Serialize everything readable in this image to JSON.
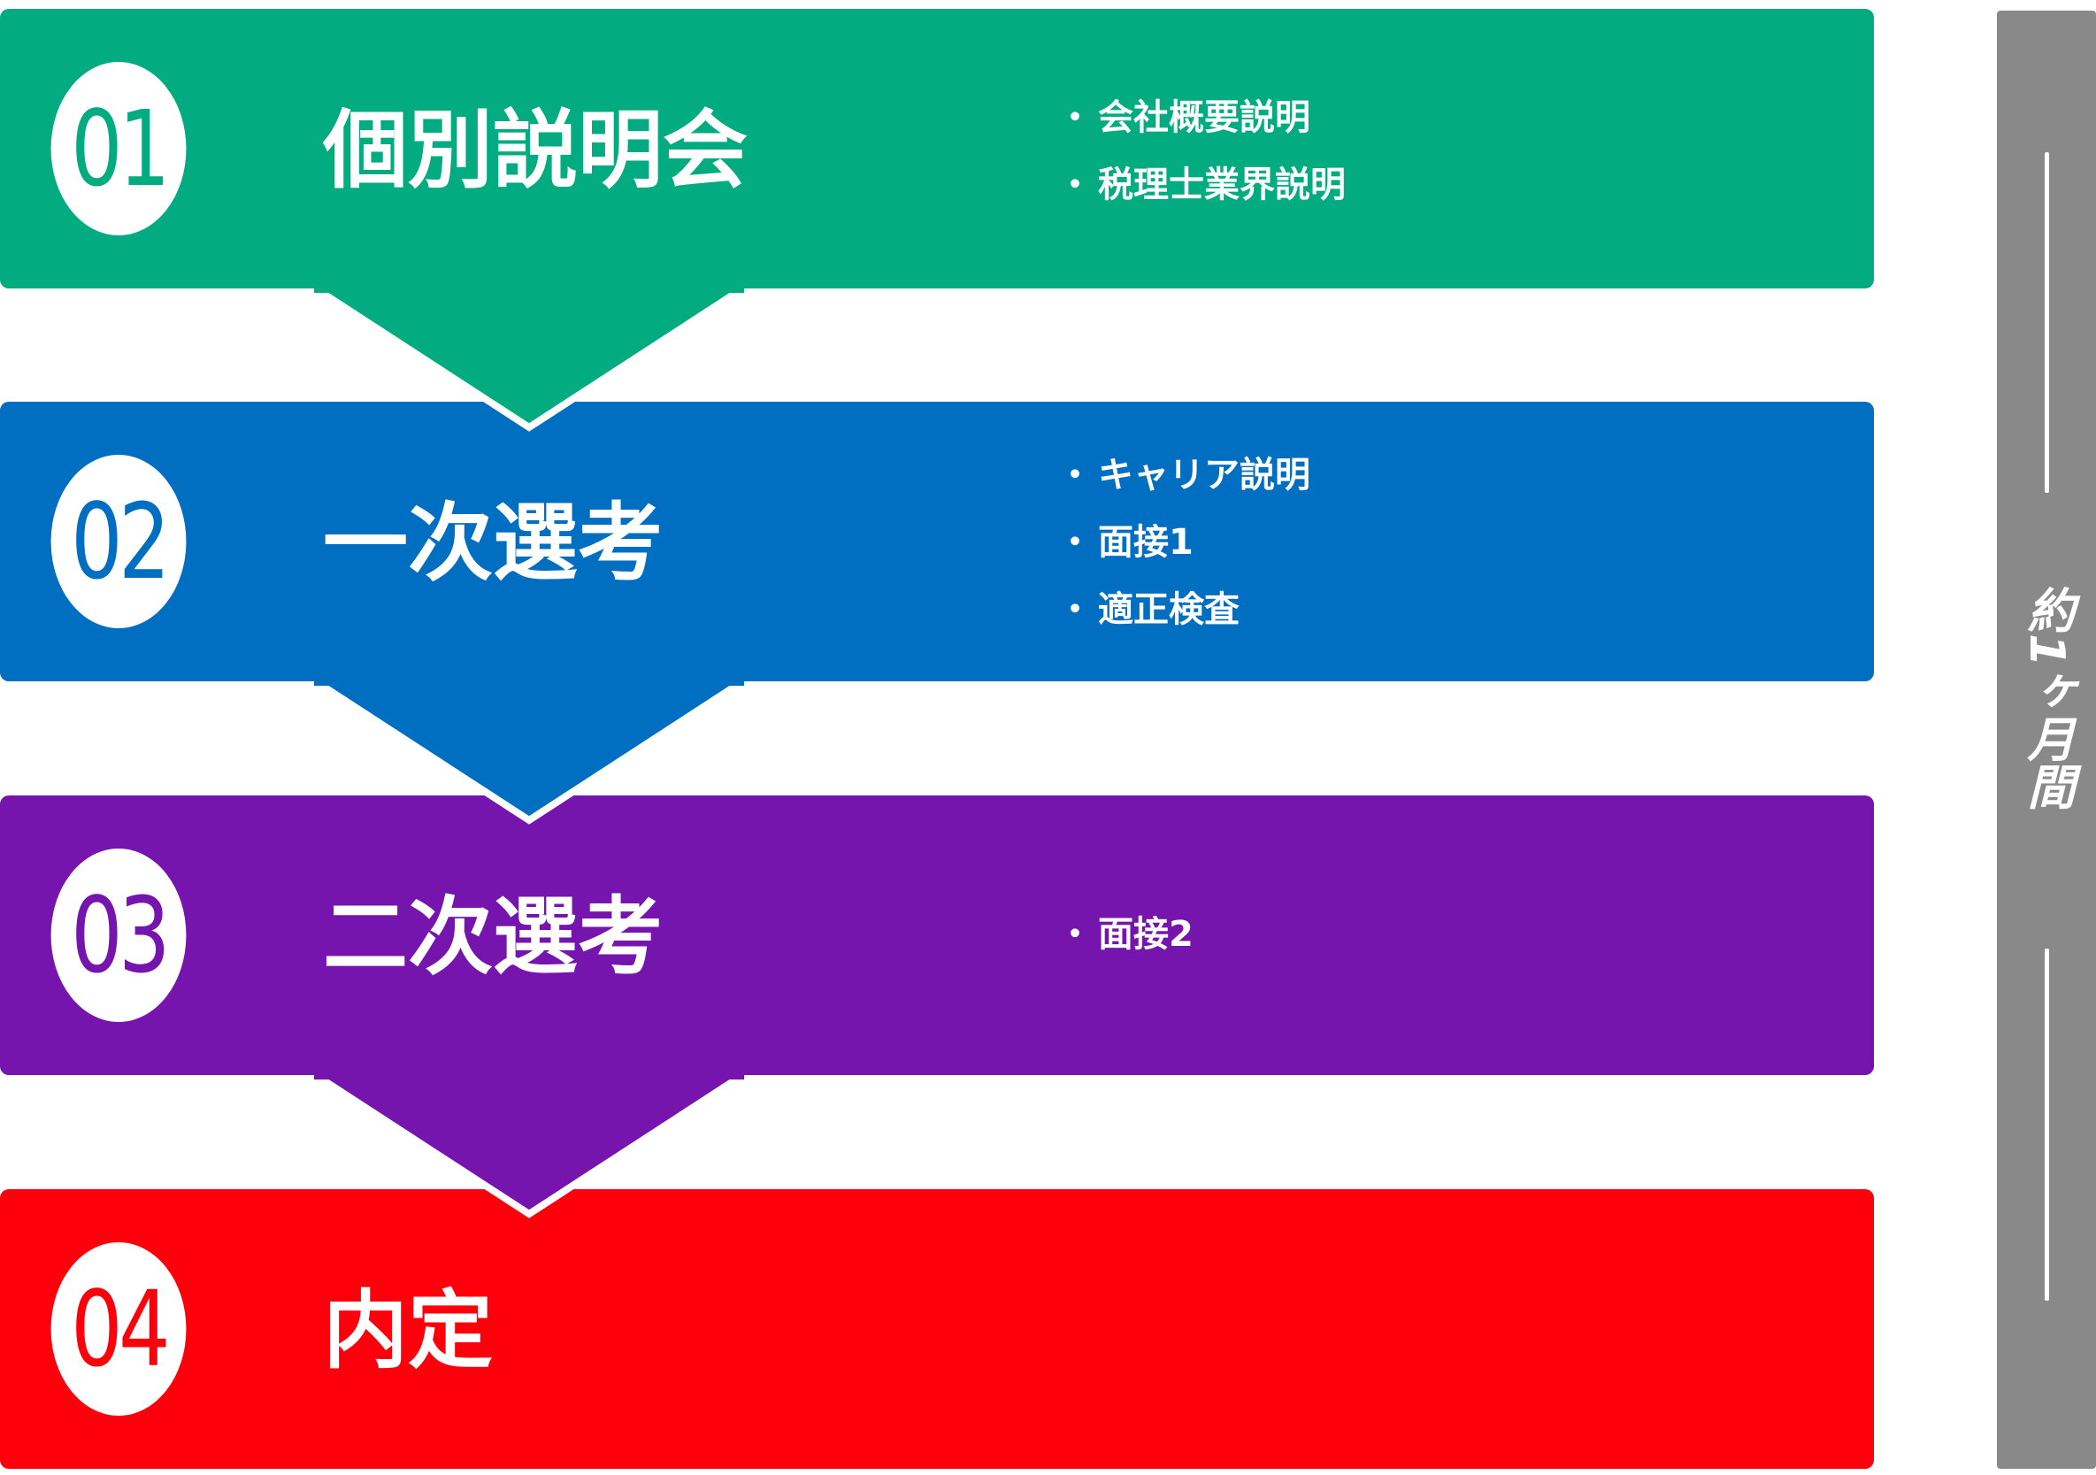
{
  "steps": [
    {
      "number": "01",
      "title": "個別説明会",
      "color": "#02ab80",
      "bullets": [
        "会社概要説明",
        "税理士業界説明"
      ]
    },
    {
      "number": "02",
      "title": "一次選考",
      "color": "#006ec1",
      "bullets": [
        "キャリア説明",
        "面接1",
        "適正検査"
      ]
    },
    {
      "number": "03",
      "title": "二次選考",
      "color": "#7614ae",
      "bullets": [
        "面接2"
      ]
    },
    {
      "number": "04",
      "title": "内定",
      "color": "#fe000c",
      "bullets": []
    }
  ],
  "bullet_marker": "・",
  "duration": {
    "label": "約1ヶ月間",
    "color": "#898989"
  }
}
